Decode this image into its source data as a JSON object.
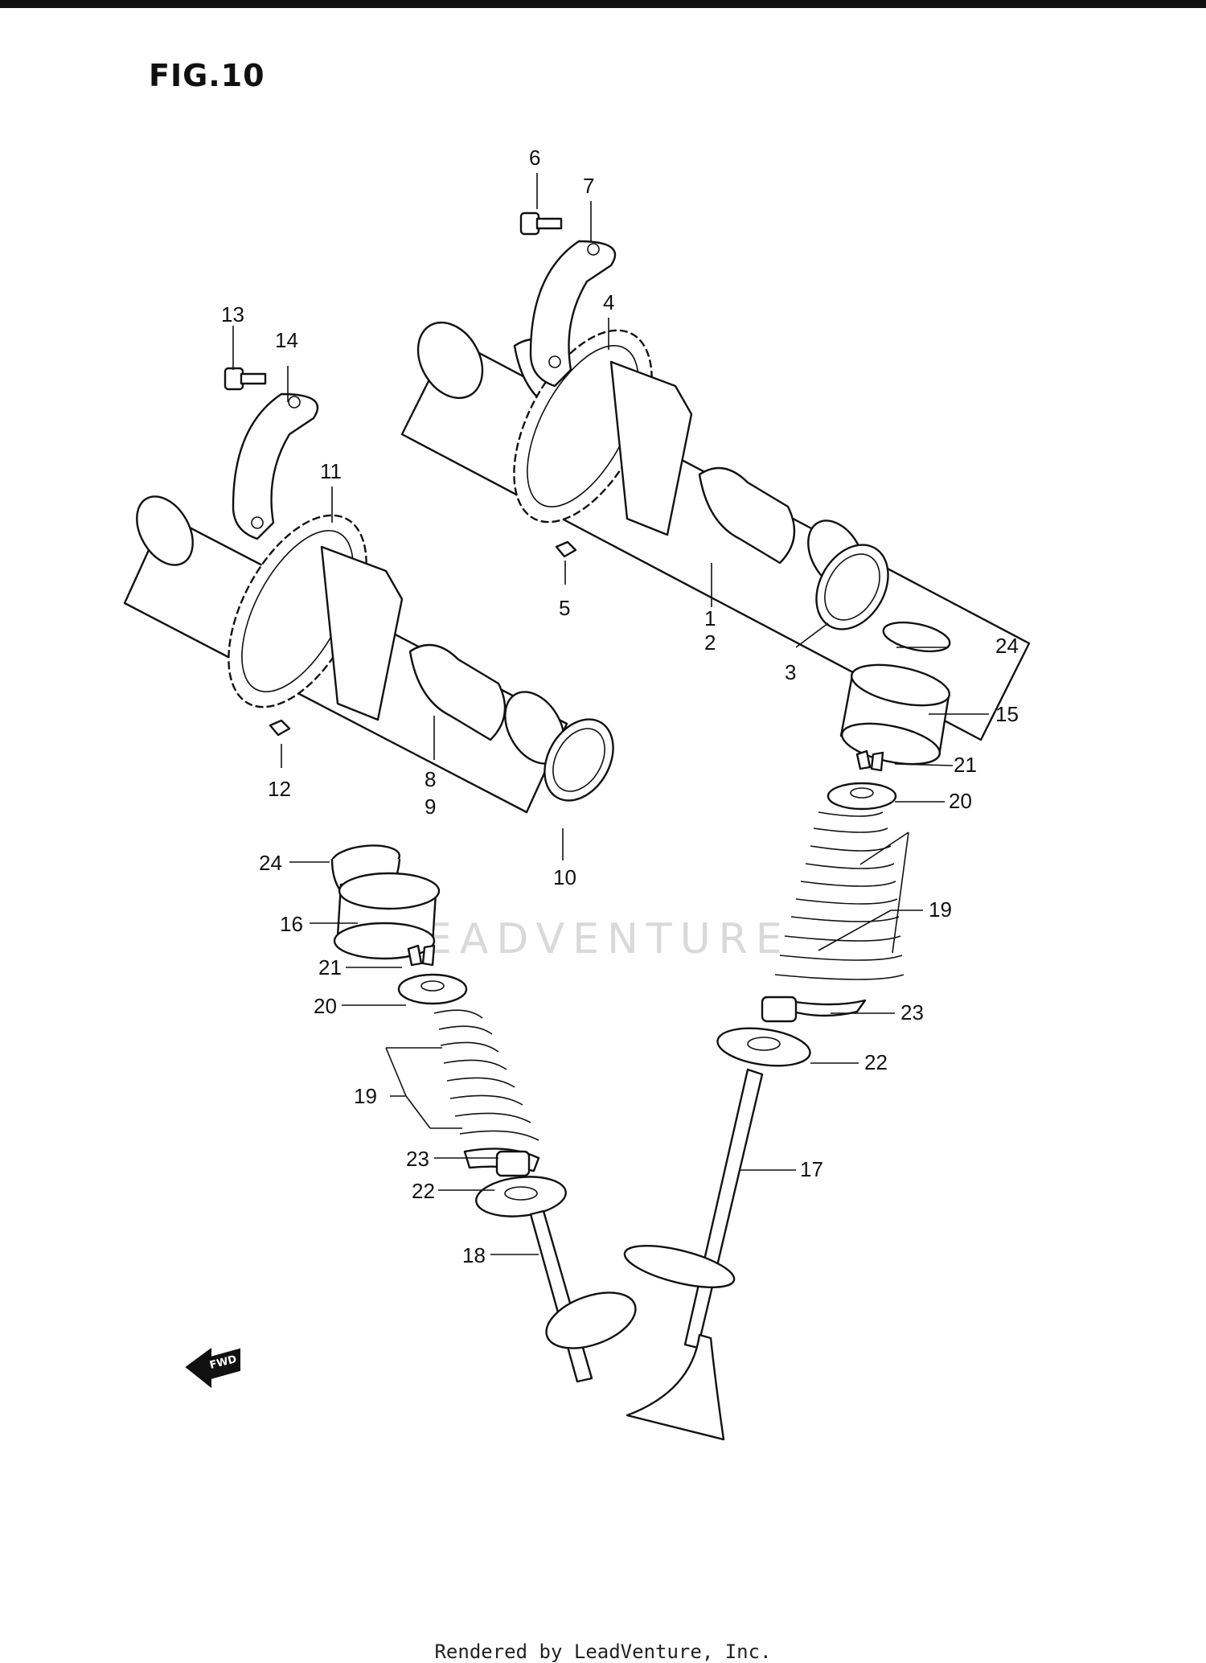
{
  "figure": {
    "title": "FIG.10"
  },
  "callouts": [
    "1",
    "2",
    "3",
    "4",
    "5",
    "6",
    "7",
    "8",
    "9",
    "10",
    "11",
    "12",
    "13",
    "14",
    "15",
    "16",
    "17",
    "18",
    "19",
    "20",
    "21",
    "22",
    "23",
    "24"
  ],
  "labels": {
    "c6": "6",
    "c7": "7",
    "c4": "4",
    "c5": "5",
    "c1": "1",
    "c2": "2",
    "c3": "3",
    "c24a": "24",
    "c15": "15",
    "c21a": "21",
    "c20a": "20",
    "c19a": "19",
    "c23a": "23",
    "c22a": "22",
    "c17": "17",
    "c13": "13",
    "c14": "14",
    "c11": "11",
    "c12": "12",
    "c8": "8",
    "c9": "9",
    "c10": "10",
    "c24b": "24",
    "c16": "16",
    "c21b": "21",
    "c20b": "20",
    "c19b": "19",
    "c23b": "23",
    "c22b": "22",
    "c18": "18"
  },
  "fwd_badge": "FWD",
  "watermark": "LEADVENTURE",
  "footer": "Rendered by LeadVenture, Inc."
}
